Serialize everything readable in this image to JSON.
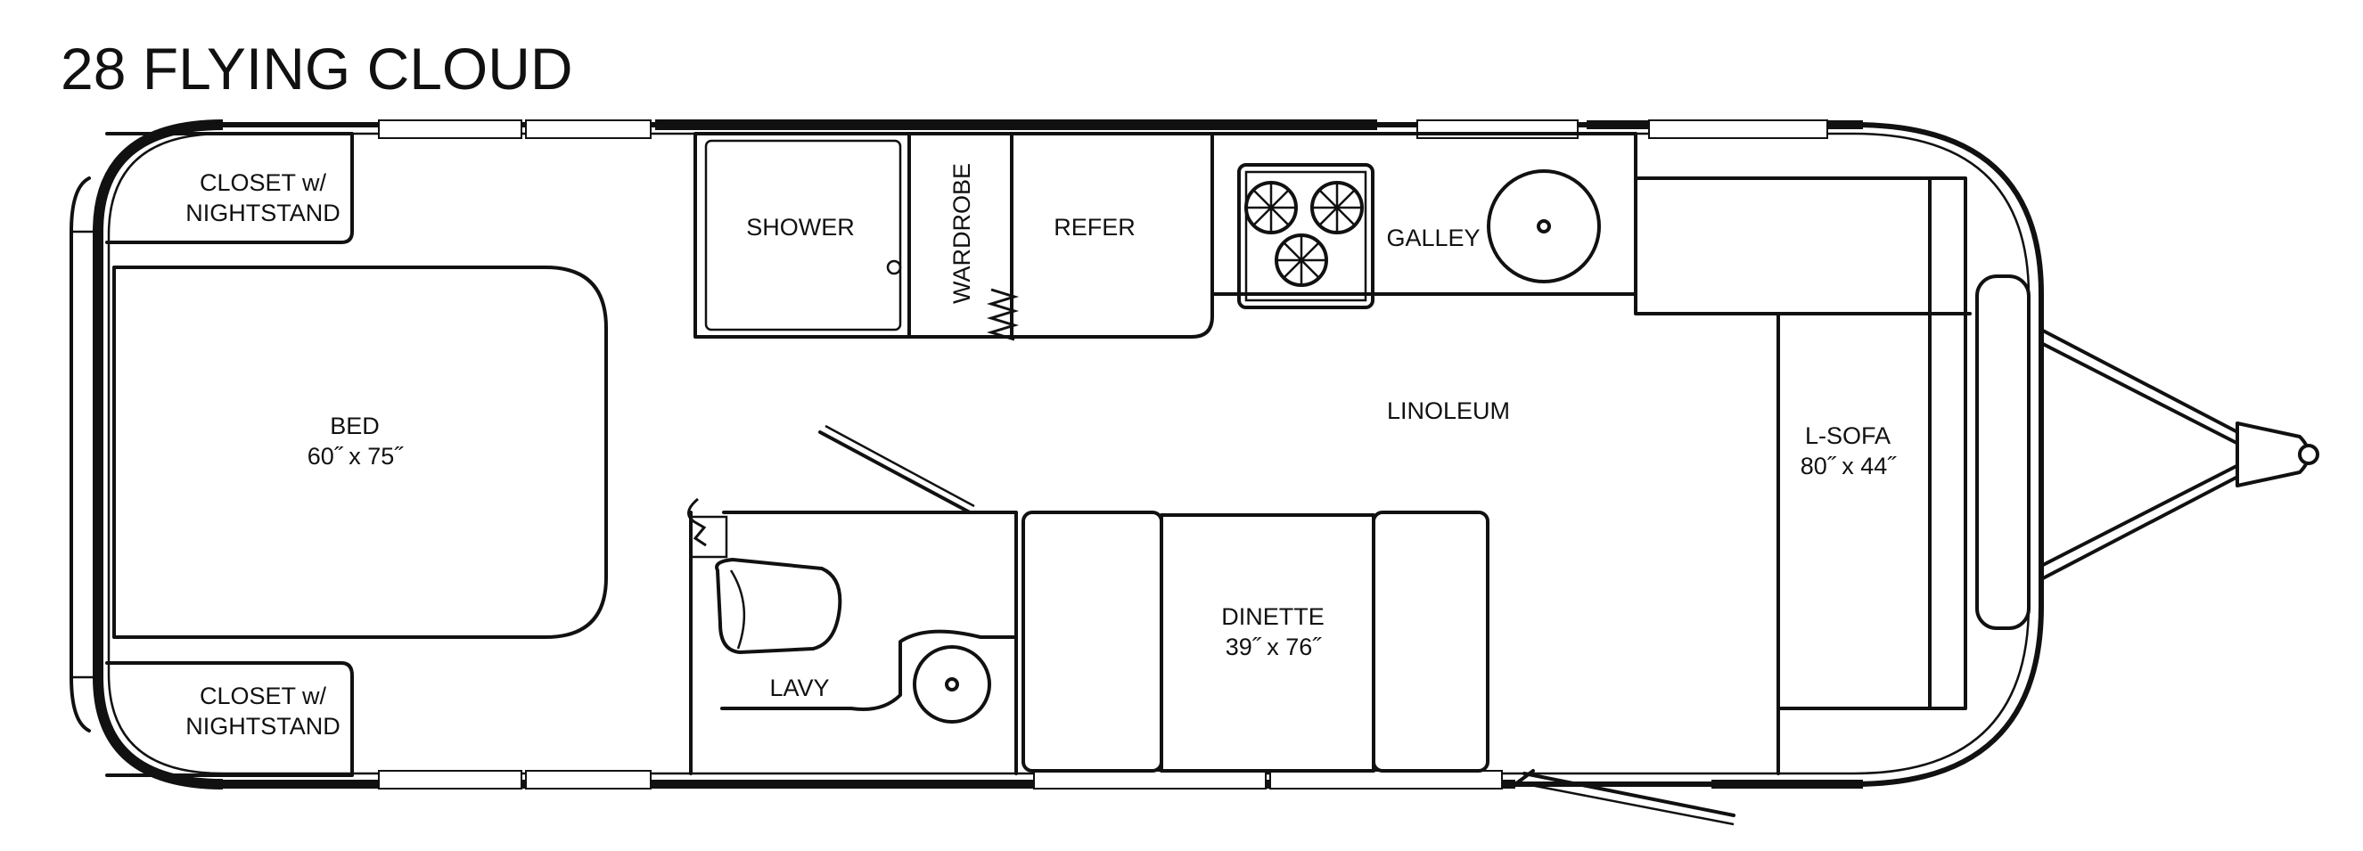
{
  "title": "28 FLYING CLOUD",
  "labels": {
    "closet_top_line1": "CLOSET w/",
    "closet_top_line2": "NIGHTSTAND",
    "closet_bottom_line1": "CLOSET w/",
    "closet_bottom_line2": "NIGHTSTAND",
    "bed": "BED",
    "bed_size": "60˝ x 75˝",
    "shower": "SHOWER",
    "wardrobe": "WARDROBE",
    "refer": "REFER",
    "galley": "GALLEY",
    "linoleum": "LINOLEUM",
    "l_sofa": "L-SOFA",
    "l_sofa_size": "80˝ x 44˝",
    "dinette": "DINETTE",
    "dinette_size": "39˝ x 76˝",
    "lavy": "LAVY"
  },
  "colors": {
    "line": "#111111",
    "background": "#ffffff"
  }
}
